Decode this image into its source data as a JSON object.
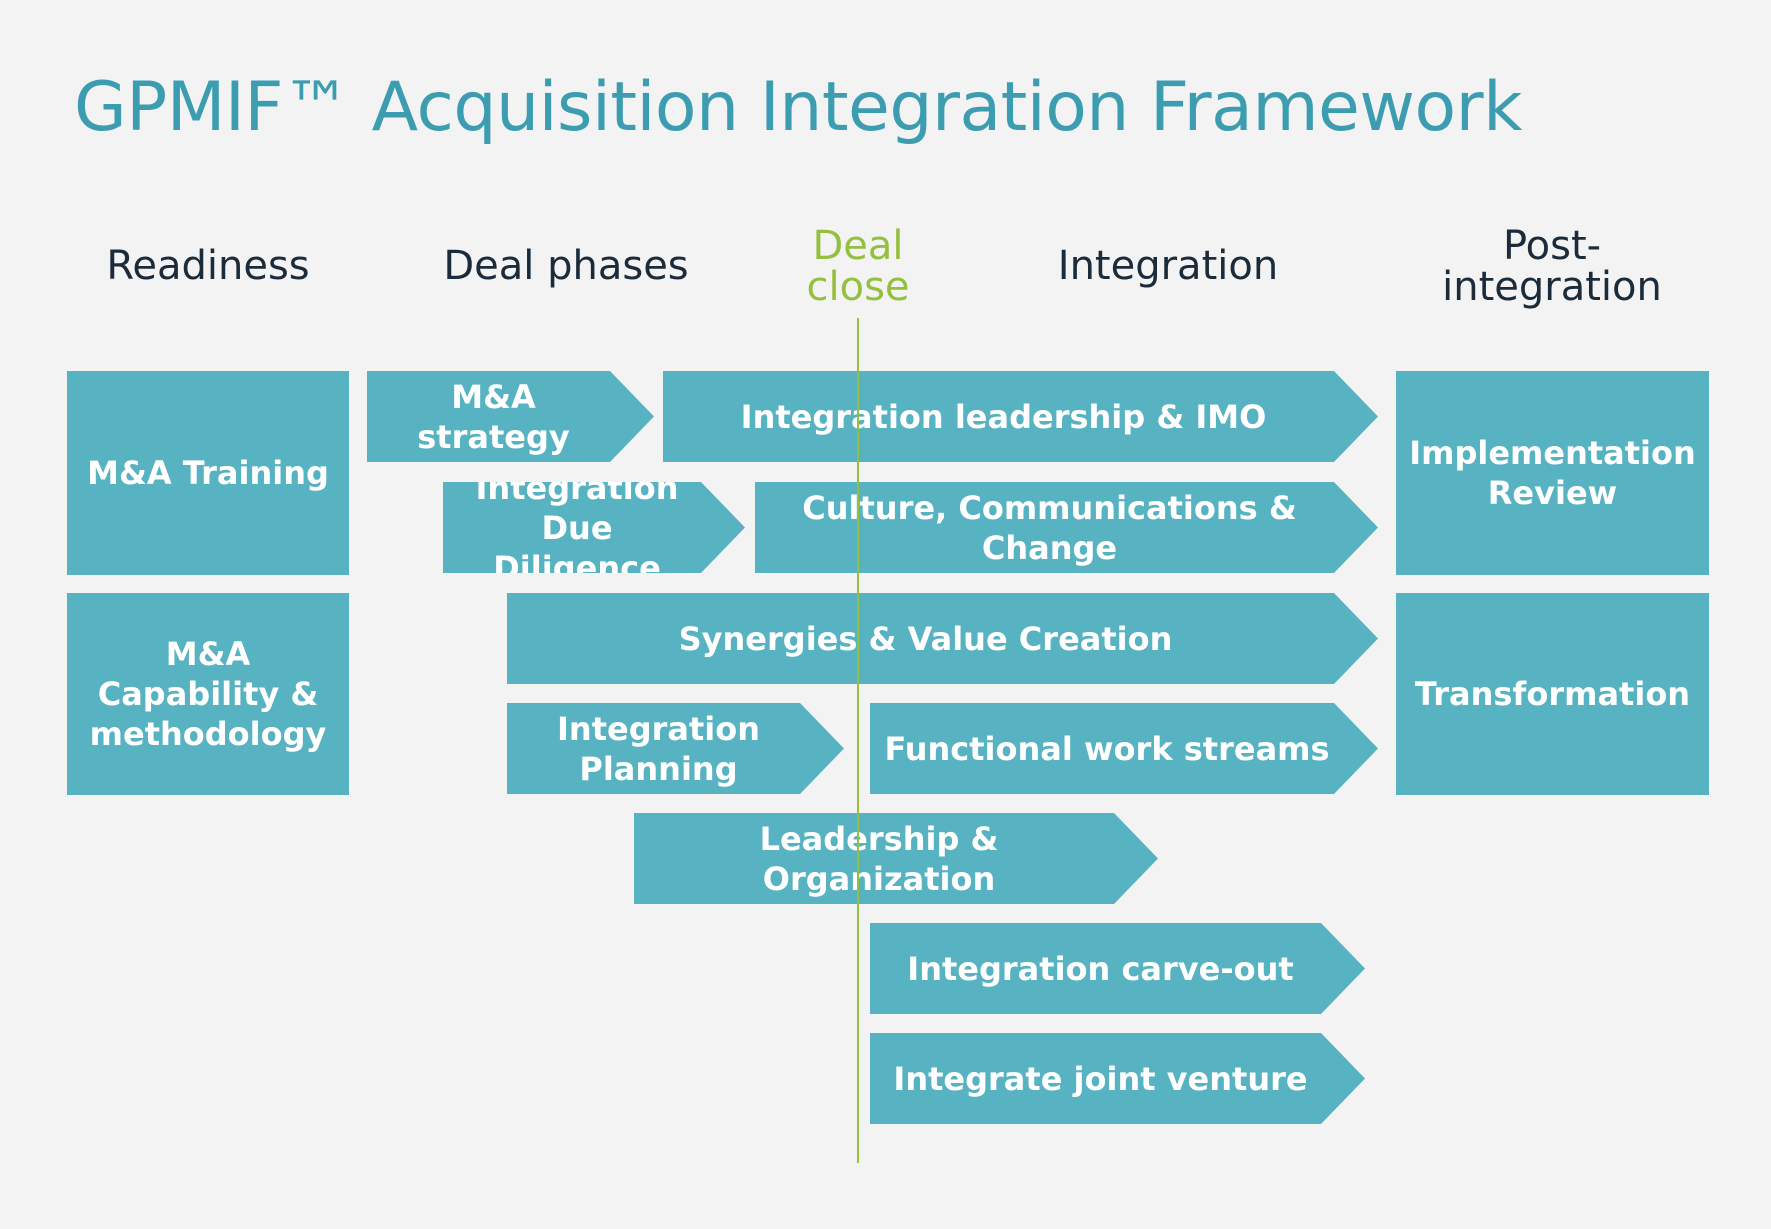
{
  "title": "GPMIF™ Acquisition Integration Framework",
  "columns": {
    "readiness": "Readiness",
    "deal_phases": "Deal phases",
    "deal_close": "Deal\nclose",
    "integration": "Integration",
    "post_integration": "Post-\nintegration"
  },
  "blocks": {
    "ma_training": "M&A Training",
    "ma_capability": "M&A\nCapability &\nmethodology",
    "ma_strategy": "M&A strategy",
    "integration_leadership_imo": "Integration leadership & IMO",
    "implementation_review": "Implementation\nReview",
    "integration_due_diligence": "Integration\nDue Diligence",
    "culture_communications_change": "Culture, Communications &\nChange",
    "synergies_value_creation": "Synergies & Value Creation",
    "transformation": "Transformation",
    "integration_planning": "Integration\nPlanning",
    "functional_work_streams": "Functional work streams",
    "leadership_organization": "Leadership & Organization",
    "integration_carve_out": "Integration carve-out",
    "integrate_joint_venture": "Integrate joint venture"
  },
  "colors": {
    "title": "#3c9db0",
    "block_fill": "#57b2c1",
    "block_text": "#ffffff",
    "deal_close": "#95c03f",
    "heading_text": "#1c2b3a",
    "background": "#f3f3f3"
  }
}
